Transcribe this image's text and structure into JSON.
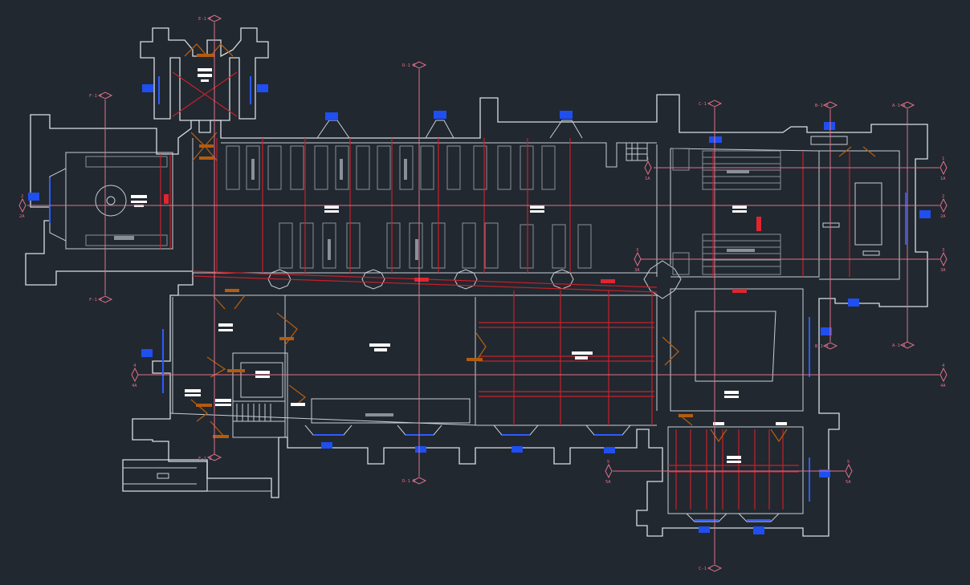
{
  "viewport": {
    "background": "#212830"
  },
  "colors": {
    "walls": "#d9dde3",
    "structure": "#c8202a",
    "windows": "#2d5bff",
    "doors": "#b35c10",
    "grid": "#e0708c",
    "furniture": "#8a9099"
  },
  "grid_labels": {
    "e_top": "E-1  E",
    "e_bottom": "E-1  E",
    "f_top": "F-1  F",
    "f_bottom": "F-1  F",
    "d_top": "D-1  D",
    "d_bottom": "D-1  D",
    "c_top": "C-1  C",
    "c_bottom": "C-1  C",
    "b_top": "B-1  B",
    "b_bottom": "B-1  B",
    "a_top": "A-1  A",
    "a_bottom": "A-1  A",
    "r1_a": "1",
    "r1_b": "1A",
    "r2_a": "2",
    "r2_b": "2A",
    "r2l_a": "2",
    "r2l_b": "2A",
    "r3_a": "3",
    "r3_b": "3A",
    "r3l_a": "3",
    "r3l_b": "3A",
    "r4_a": "4",
    "r4_b": "4A",
    "r4l_a": "4",
    "r4l_b": "4A",
    "r5_a": "5",
    "r5_b": "5A",
    "r5l_a": "5",
    "r5l_b": "5A"
  }
}
